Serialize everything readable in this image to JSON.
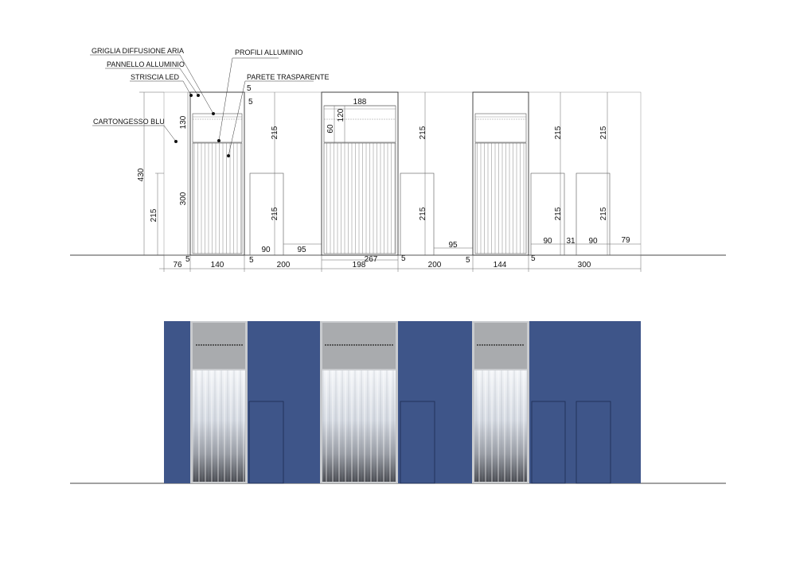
{
  "callouts": {
    "griglia": "GRIGLIA DIFFUSIONE ARIA",
    "pannello": "PANNELLO ALLUMINIO",
    "striscia": "STRISCIA LED",
    "cartongesso": "CARTONGESSO BLU",
    "profili": "PROFILI ALLUMINIO",
    "parete": "PARETE TRASPARENTE"
  },
  "dimensions": {
    "top_5a": "5",
    "top_5b": "5",
    "h130": "130",
    "h430": "430",
    "h300": "300",
    "h215_left": "215",
    "w188": "188",
    "h120": "120",
    "h60": "60",
    "h215_1a": "215",
    "h215_1b": "215",
    "h215_2a": "215",
    "h215_2b": "215",
    "h215_3a": "215",
    "h215_3b": "215",
    "h215_4a": "215",
    "h215_4b": "215",
    "w90_a": "90",
    "w95_a": "95",
    "w95_b": "95",
    "w90_b": "90",
    "w31": "31",
    "w90_c": "90",
    "w79": "79",
    "w267": "267",
    "b5_a": "5",
    "b5_b": "5",
    "b5_c": "5",
    "b5_d": "5",
    "b5_e": "5",
    "w76": "76",
    "w140": "140",
    "w200_a": "200",
    "w198": "198",
    "w200_b": "200",
    "w144": "144",
    "w300": "300"
  },
  "colors": {
    "wall_blue": "#3e5589",
    "panel_grey": "#a9abae",
    "glass_light": "#e9edf3",
    "glass_dark": "#4a4c52"
  }
}
